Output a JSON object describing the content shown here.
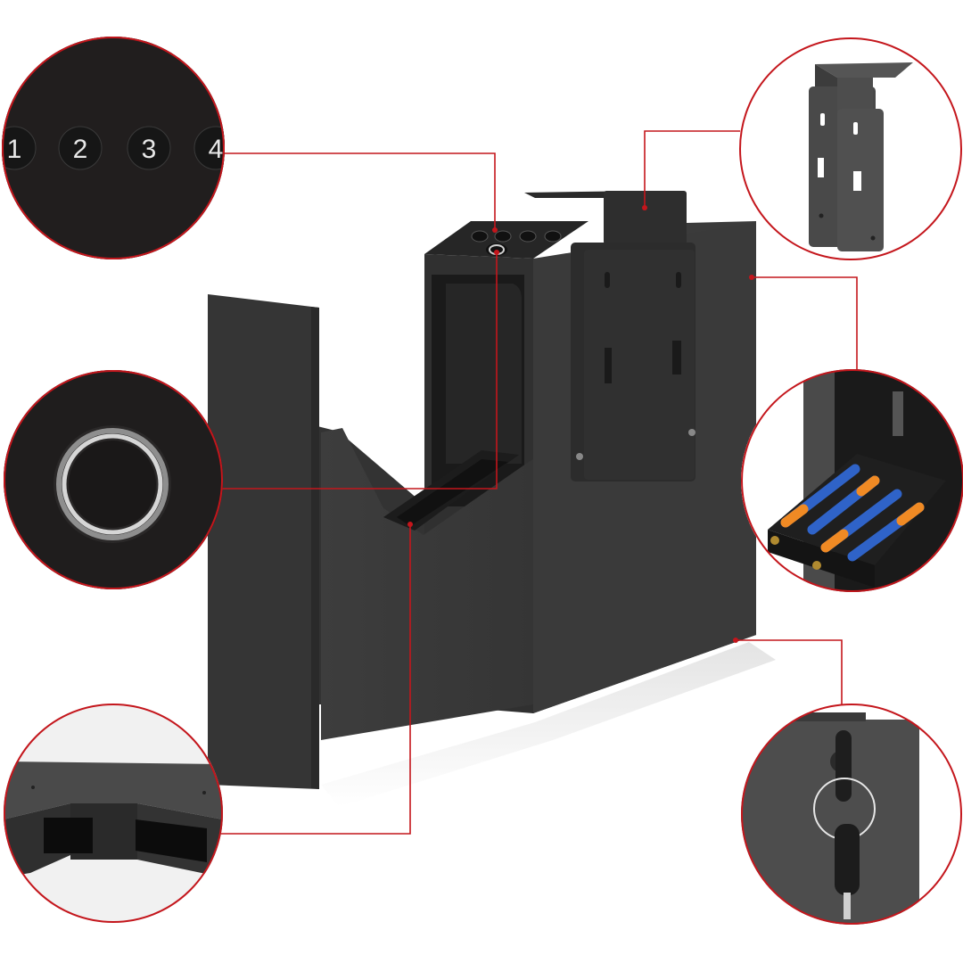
{
  "colors": {
    "accent": "#c4161c",
    "background": "#ffffff",
    "safe_body": "#3a3a3a",
    "safe_dark": "#232323",
    "plate": "#2c2c2c",
    "battery_blue": "#2f63c8",
    "battery_orange": "#f08a24",
    "steel_ring": "#c9c9c9"
  },
  "product": {
    "name": "slide-out handgun safe",
    "keypad": {
      "keys": [
        "1",
        "2",
        "3",
        "4"
      ]
    }
  },
  "callouts": [
    {
      "id": "keypad",
      "position": "top-left",
      "subject": "keypad-buttons",
      "keys": [
        "1",
        "2",
        "3",
        "4"
      ]
    },
    {
      "id": "fingerprint",
      "position": "middle-left",
      "subject": "fingerprint-sensor-ring"
    },
    {
      "id": "slide-base",
      "position": "bottom-left",
      "subject": "drawer-base-cutouts"
    },
    {
      "id": "mount-bracket",
      "position": "top-right",
      "subject": "mounting-bracket"
    },
    {
      "id": "battery",
      "position": "middle-right",
      "subject": "battery-compartment",
      "battery_count": 4
    },
    {
      "id": "backup-key",
      "position": "bottom-right",
      "subject": "backup-key-lock"
    }
  ]
}
